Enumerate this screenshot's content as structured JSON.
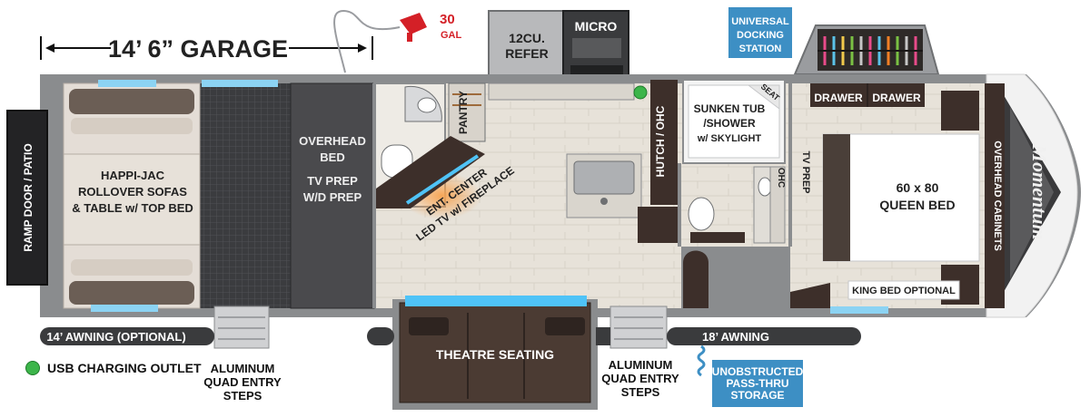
{
  "garage": {
    "dimension": "14’ 6” GARAGE"
  },
  "fuel": {
    "capacity": "30",
    "unit": "GAL"
  },
  "labels": {
    "refer": [
      "12CU.",
      "REFER"
    ],
    "micro": "MICRO",
    "universal_docking": [
      "UNIVERSAL",
      "DOCKING",
      "STATION"
    ],
    "drawer_1": "DRAWER",
    "drawer_2": "DRAWER",
    "pantry": "PANTRY",
    "hutch_ohc": "HUTCH / OHC",
    "sunken_tub": [
      "SUNKEN TUB",
      "/SHOWER",
      "w/ SKYLIGHT"
    ],
    "seat": "SEAT",
    "ohc": "OHC",
    "tv_prep_bedroom": "TV PREP",
    "queen_bed": [
      "60 x 80",
      "QUEEN BED"
    ],
    "overhead_cabinets": "OVERHEAD CABINETS",
    "king_bed_optional": "KING BED OPTIONAL",
    "overhead_bed": [
      "OVERHEAD",
      "BED"
    ],
    "tv_prep_garage": [
      "TV PREP",
      "W/D PREP"
    ],
    "ent_center": [
      "ENT. CENTER",
      "LED TV w/ FIREPLACE"
    ],
    "sofas": [
      "HAPPI-JAC",
      "ROLLOVER SOFAS",
      "& TABLE w/ TOP BED"
    ],
    "ramp_door": "RAMP DOOR / PATIO",
    "theatre_seating": "THEATRE SEATING",
    "awning_14": "14’ AWNING (OPTIONAL)",
    "awning_18": "18’ AWNING",
    "entry_steps_left": "ALUMINUM\nQUAD ENTRY\nSTEPS",
    "entry_steps_right": "ALUMINUM\nQUAD ENTRY\nSTEPS",
    "pass_thru": "UNOBSTRUCTED\nPASS-THRU\nSTORAGE",
    "usb_legend": "USB CHARGING OUTLET",
    "brand": "Momentum"
  },
  "colors": {
    "wall": "#8a8c8e",
    "floor": "#e6e1d8",
    "garage_floor": "#3b3c3f",
    "dark_wood": "#3d2f2a",
    "sofa": "#e4ddd6",
    "theatre": "#4b3b33",
    "accent_blue": "#3d8fc4",
    "usb_green": "#3cb54a",
    "fuel_red": "#d42027"
  }
}
